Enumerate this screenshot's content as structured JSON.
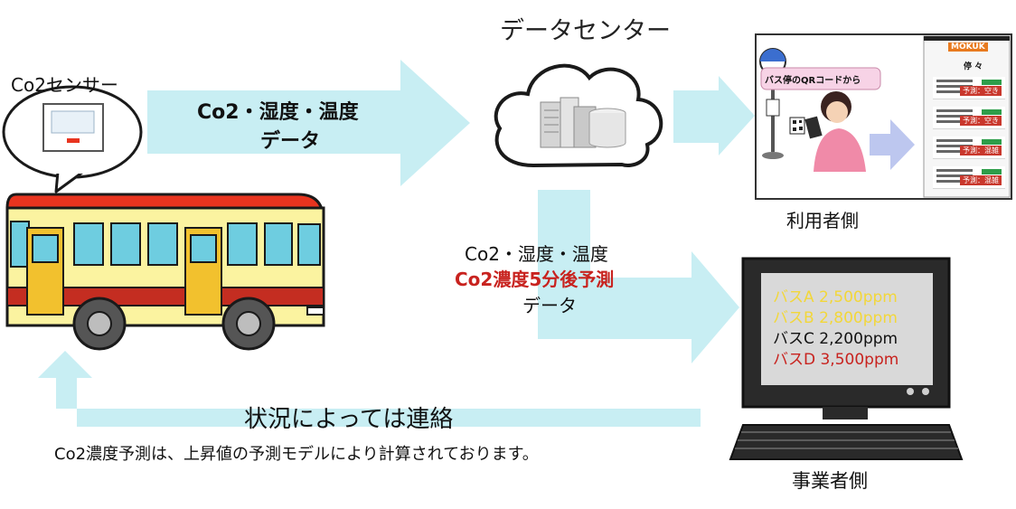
{
  "title": "データセンター",
  "sensor": {
    "label": "Co2センサー"
  },
  "arrow_top": {
    "line1": "Co2・湿度・温度",
    "line2": "データ"
  },
  "arrow_mid": {
    "line1": "Co2・湿度・温度",
    "line2": "Co2濃度5分後予測",
    "line3": "データ"
  },
  "arrow_bottom": {
    "label": "状況によっては連絡"
  },
  "footnote": "Co2濃度予測は、上昇値の予測モデルにより計算されております。",
  "user_side": {
    "label": "利用者側",
    "bubble": "バス停のQRコードから",
    "app_logo": "MOKUK",
    "app_header": "停 々",
    "predict_labels": [
      "予測：空き",
      "予測：空き",
      "予測：混雑",
      "予測：混雑"
    ]
  },
  "operator_side": {
    "label": "事業者側",
    "monitor_lines": [
      {
        "text": "バスA 2,500ppm",
        "color": "#f2d73a"
      },
      {
        "text": "バスB 2,800ppm",
        "color": "#f2d73a"
      },
      {
        "text": "バスC 2,200ppm",
        "color": "#111111"
      },
      {
        "text": "バスD 3,500ppm",
        "color": "#c8231f"
      }
    ]
  },
  "colors": {
    "arrow": "#c8eef3",
    "highlight_red": "#c8231f",
    "bus_body": "#fbf3a0",
    "bus_roof": "#e8341f"
  },
  "icons": [
    "cloud-icon",
    "server-icon",
    "bus-icon",
    "computer-icon",
    "sensor-icon",
    "smartphone-icon",
    "bus-stop-icon"
  ]
}
